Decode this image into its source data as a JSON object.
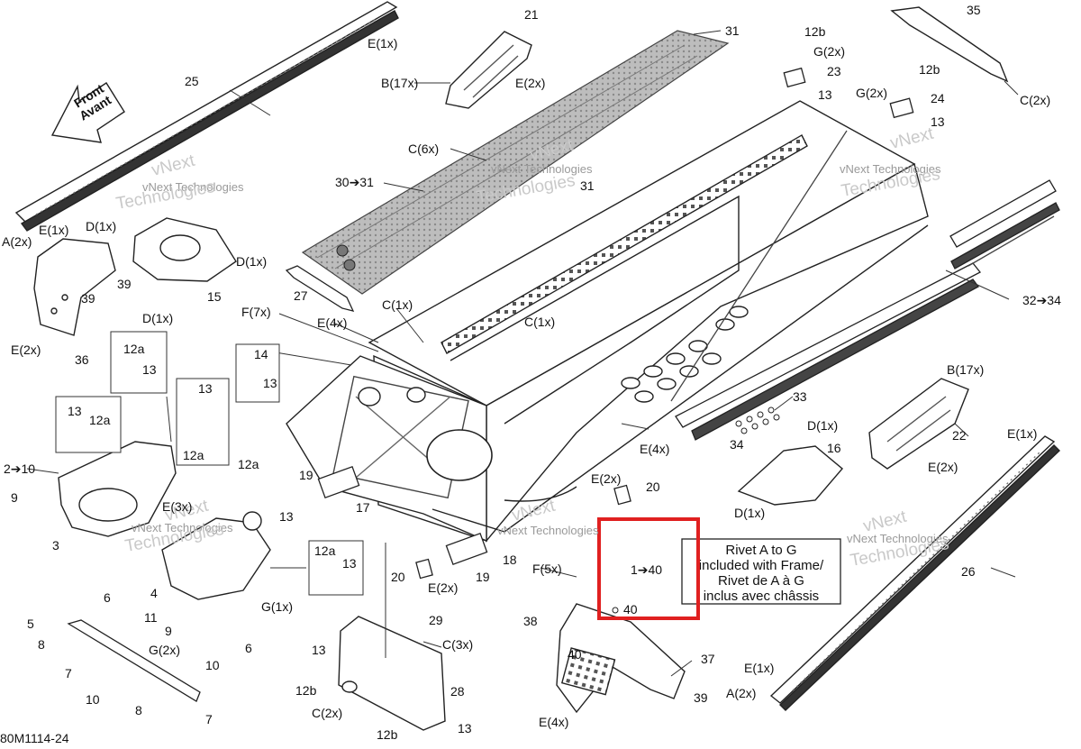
{
  "document": {
    "code": "80M1114-24"
  },
  "watermark": {
    "brand": "vNext",
    "line1": "vNext Technologies",
    "line2": "Technologies"
  },
  "front_arrow": {
    "line1": "Front",
    "line2": "Avant"
  },
  "note": {
    "line1": "Rivet A to G",
    "line2": "included with Frame/",
    "line3": "Rivet de A à G",
    "line4": "inclus avec châssis"
  },
  "highlight": {
    "color": "#e02020",
    "range_label": "1➔40",
    "item_label": "40"
  },
  "colors": {
    "line": "#222222",
    "mesh": "#9a9a9a",
    "watermark": "#c9c9c9"
  },
  "callouts": {
    "c1": "25",
    "c2": "E(1x)",
    "c3": "A(2x)",
    "c4": "E(1x)",
    "c5": "21",
    "c6": "B(17x)",
    "c7": "E(2x)",
    "c8": "31",
    "c9": "12b",
    "c10": "G(2x)",
    "c11": "23",
    "c12": "13",
    "c13": "35",
    "c14": "C(2x)",
    "c15": "12b",
    "c16": "G(2x)",
    "c17": "24",
    "c18": "13",
    "c19": "C(6x)",
    "c20": "30➔31",
    "c21": "31",
    "c22": "D(1x)",
    "c23": "39",
    "c24": "D(1x)",
    "c25": "15",
    "c26": "D(1x)",
    "c27": "39",
    "c28": "E(2x)",
    "c29": "36",
    "c30": "27",
    "c31": "F(7x)",
    "c32": "E(4x)",
    "c33": "C(1x)",
    "c34": "C(1x)",
    "c35": "32➔34",
    "c36": "12a",
    "c37": "13",
    "c38": "14",
    "c39": "13",
    "c40": "13",
    "c41": "12a",
    "c42": "13",
    "c43": "12a",
    "c44": "2➔10",
    "c45": "9",
    "c46": "3",
    "c47": "E(3x)",
    "c48": "12a",
    "c49": "13",
    "c50": "6",
    "c51": "4",
    "c52": "G(1x)",
    "c53": "9",
    "c54": "11",
    "c55": "6",
    "c56": "5",
    "c57": "8",
    "c58": "G(2x)",
    "c59": "7",
    "c60": "10",
    "c61": "10",
    "c62": "7",
    "c63": "8",
    "c64": "12a",
    "c65": "13",
    "c66": "19",
    "c67": "17",
    "c68": "E(4x)",
    "c69": "E(2x)",
    "c70": "20",
    "c71": "B(17x)",
    "c72": "33",
    "c73": "34",
    "c74": "D(1x)",
    "c75": "16",
    "c76": "D(1x)",
    "c77": "22",
    "c78": "E(2x)",
    "c79": "E(1x)",
    "c80": "26",
    "c81": "18",
    "c82": "20",
    "c83": "19",
    "c84": "E(2x)",
    "c85": "F(5x)",
    "c86": "29",
    "c87": "13",
    "c88": "C(3x)",
    "c89": "28",
    "c90": "12b",
    "c91": "C(2x)",
    "c92": "12b",
    "c93": "13",
    "c94": "38",
    "c95": "40",
    "c96": "37",
    "c97": "39",
    "c98": "E(4x)",
    "c99": "E(1x)",
    "c100": "A(2x)"
  }
}
